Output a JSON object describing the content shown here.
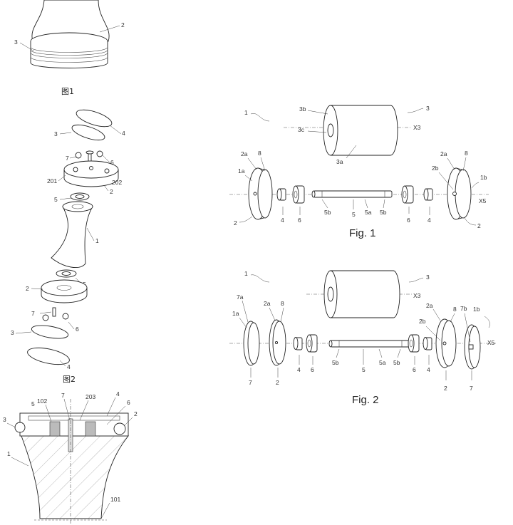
{
  "fig1_cn": {
    "caption": "图1",
    "labels": {
      "l2": "2",
      "l3": "3"
    }
  },
  "fig2_cn": {
    "caption": "图2",
    "labels": {
      "l4top": "4",
      "l3top": "3",
      "l6top": "6",
      "l7top": "7",
      "l201": "201",
      "l202": "202",
      "l2top": "2",
      "l5top": "5",
      "l1": "1",
      "l2bot": "2",
      "l5bot": "5",
      "l7bot": "7",
      "l6bot": "6",
      "l3bot": "3",
      "l4bot": "4"
    }
  },
  "section_cn": {
    "labels": {
      "l102": "102",
      "l7": "7",
      "l203": "203",
      "l4": "4",
      "l5": "5",
      "l6": "6",
      "l3": "3",
      "l2": "2",
      "l1": "1",
      "l101": "101"
    }
  },
  "fig1_en": {
    "caption": "Fig. 1",
    "labels": {
      "l1": "1",
      "l3b": "3b",
      "l3": "3",
      "l3c": "3c",
      "x3": "X3",
      "l3a": "3a",
      "l2a_left": "2a",
      "l8_left": "8",
      "l1a": "1a",
      "l2a_right": "2a",
      "l8_right": "8",
      "l2b": "2b",
      "l1b": "1b",
      "x5": "X5",
      "l2_left": "2",
      "l4_left": "4",
      "l6_left": "6",
      "l5b_left": "5b",
      "l5": "5",
      "l5a": "5a",
      "l5b_right": "5b",
      "l6_right": "6",
      "l4_right": "4",
      "l2_right": "2"
    }
  },
  "fig2_en": {
    "caption": "Fig. 2",
    "labels": {
      "l1": "1",
      "l3": "3",
      "x3": "X3",
      "l7a": "7a",
      "l1a": "1a",
      "l2a_left": "2a",
      "l8_left": "8",
      "l2a_right": "2a",
      "l8_right": "8",
      "l7b": "7b",
      "l1b": "1b",
      "l2b": "2b",
      "x5": "X5",
      "l7_left": "7",
      "l2_left": "2",
      "l4_left": "4",
      "l6_left": "6",
      "l5b_left": "5b",
      "l5": "5",
      "l5a": "5a",
      "l5b_right": "5b",
      "l6_right": "6",
      "l4_right": "4",
      "l2_right": "2",
      "l7_right": "7"
    }
  }
}
